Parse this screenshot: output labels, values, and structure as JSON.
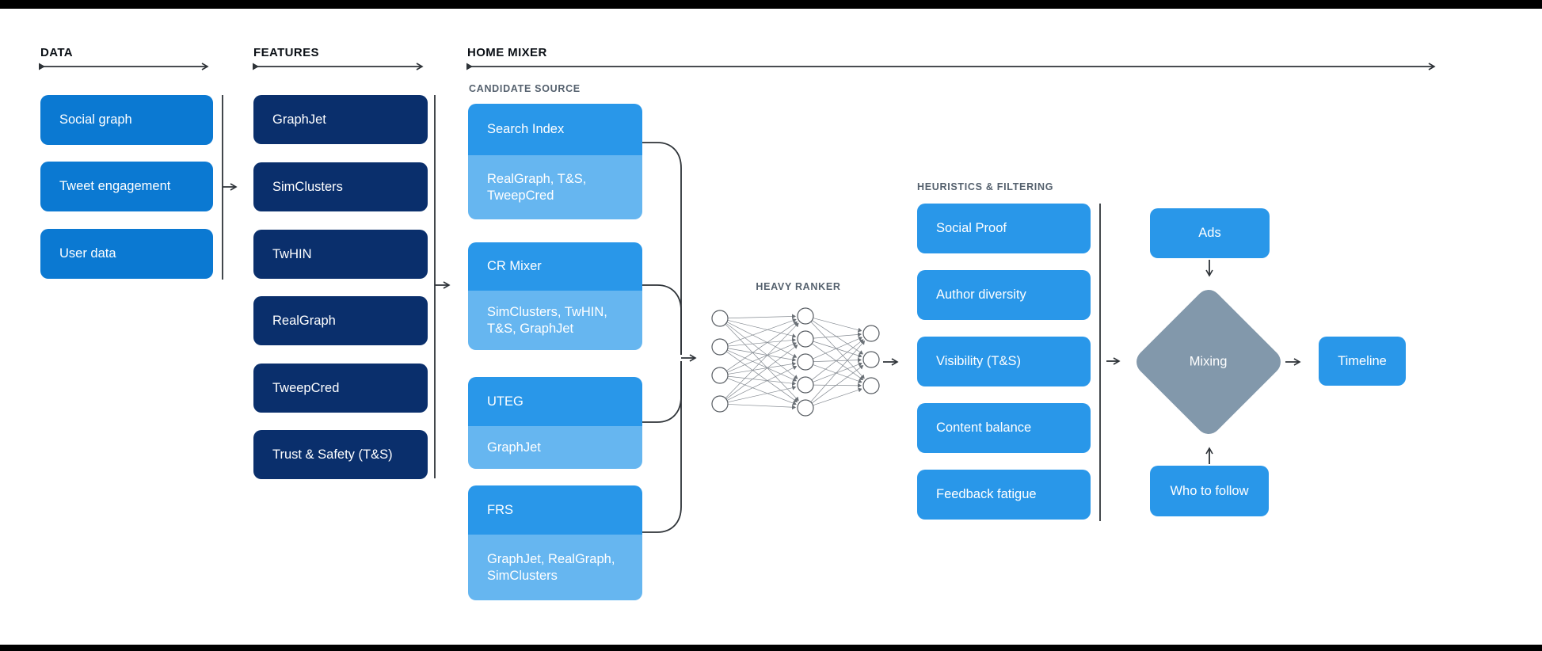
{
  "colors": {
    "data_blue": "#0b79d2",
    "feature_navy": "#0a2f6c",
    "source_blue": "#2997e9",
    "source_light": "#66b6f0",
    "mixer_gray": "#8298ab",
    "line": "#2e3338"
  },
  "sections": {
    "data": {
      "label": "DATA",
      "items": [
        "Social graph",
        "Tweet engagement",
        "User data"
      ]
    },
    "features": {
      "label": "FEATURES",
      "items": [
        "GraphJet",
        "SimClusters",
        "TwHIN",
        "RealGraph",
        "TweepCred",
        "Trust & Safety (T&S)"
      ]
    },
    "home_mixer": {
      "label": "HOME MIXER",
      "candidate_source": {
        "label": "CANDIDATE SOURCE",
        "items": [
          {
            "name": "Search Index",
            "sub": "RealGraph, T&S, TweepCred"
          },
          {
            "name": "CR Mixer",
            "sub": "SimClusters, TwHIN, T&S, GraphJet"
          },
          {
            "name": "UTEG",
            "sub": "GraphJet"
          },
          {
            "name": "FRS",
            "sub": "GraphJet, RealGraph, SimClusters"
          }
        ]
      },
      "heavy_ranker": {
        "label": "HEAVY RANKER",
        "layers": [
          4,
          5,
          3
        ]
      },
      "heuristics": {
        "label": "HEURISTICS & FILTERING",
        "items": [
          "Social Proof",
          "Author diversity",
          "Visibility (T&S)",
          "Content balance",
          "Feedback fatigue"
        ]
      },
      "mixing": {
        "label": "Mixing",
        "ads_label": "Ads",
        "who_to_follow_label": "Who to follow",
        "timeline_label": "Timeline"
      }
    }
  }
}
